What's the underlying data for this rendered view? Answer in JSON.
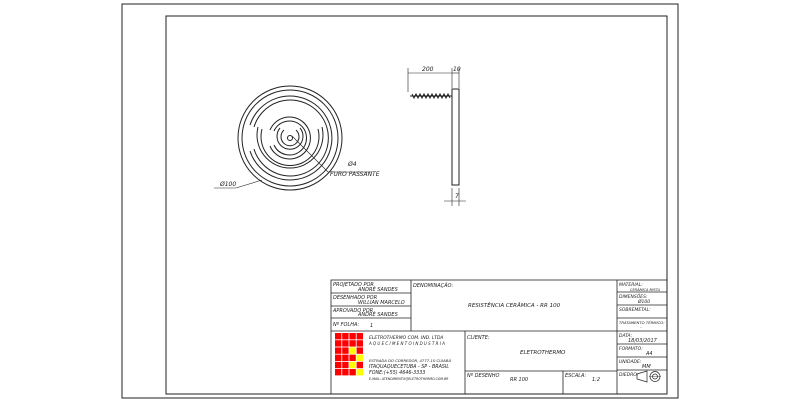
{
  "drawing": {
    "dim_width": "200",
    "dim_head": "10",
    "dim_thickness": "7",
    "dim_diameter": "Ø100",
    "dim_hole": "Ø4",
    "hole_note": "FURO PASSANTE"
  },
  "title_block": {
    "projetado_label": "PROJETADO POR",
    "projetado_value": "ANDRÉ SANDES",
    "desenhado_label": "DESENHADO POR",
    "desenhado_value": "WILLIAN MARCELO",
    "aprovado_label": "APROVADO POR",
    "aprovado_value": "ANDRÉ SANDES",
    "folha_label": "Nº FOLHA:",
    "folha_value": "1",
    "denominacao_label": "DENOMINAÇÃO:",
    "denominacao_value": "RESISTÊNCIA CERÂMICA - RR 100",
    "material_label": "MATERIAL:",
    "material_value": "CERÂMICA MISTA",
    "dimensoes_label": "DIMENSÕES:",
    "dimensoes_value": "Ø100",
    "tolerancia_label": "SOBREMETAL:",
    "tratamento_label": "TRATAMENTO TÉRMICO:",
    "tratamento_value": "-",
    "company_line1": "ELETROTHERMO COM. IND. LTDA",
    "company_line2": "A Q U E C I M E N T O   I N D U S T R I A",
    "address_line1": "ESTRADA DO CORREDOR, 4777-10 CUIABÁ",
    "address_line2": "ITAQUAQUECETUBA - SP - BRASIL",
    "address_line3": "FONE:(+55) 4646-3333",
    "address_line4": "E-MAIL: ATENDIMENTO@ELETROTHERMO.COM.BR",
    "cliente_label": "CLIENTE:",
    "cliente_value": "ELETROTHERMO",
    "data_label": "DATA:",
    "data_value": "18/03/2017",
    "formato_label": "FORMATO:",
    "formato_value": "A4",
    "unidade_label": "UNIDADE:",
    "unidade_value": "MM",
    "desenho_label": "Nº DESENHO",
    "desenho_value": "RR 100",
    "escala_label": "ESCALA:",
    "escala_value": "1:2",
    "diedro_label": "DIEDRO:"
  },
  "colors": {
    "logo_red": "#ff0000",
    "logo_yellow": "#ffff00",
    "line": "#222222"
  }
}
